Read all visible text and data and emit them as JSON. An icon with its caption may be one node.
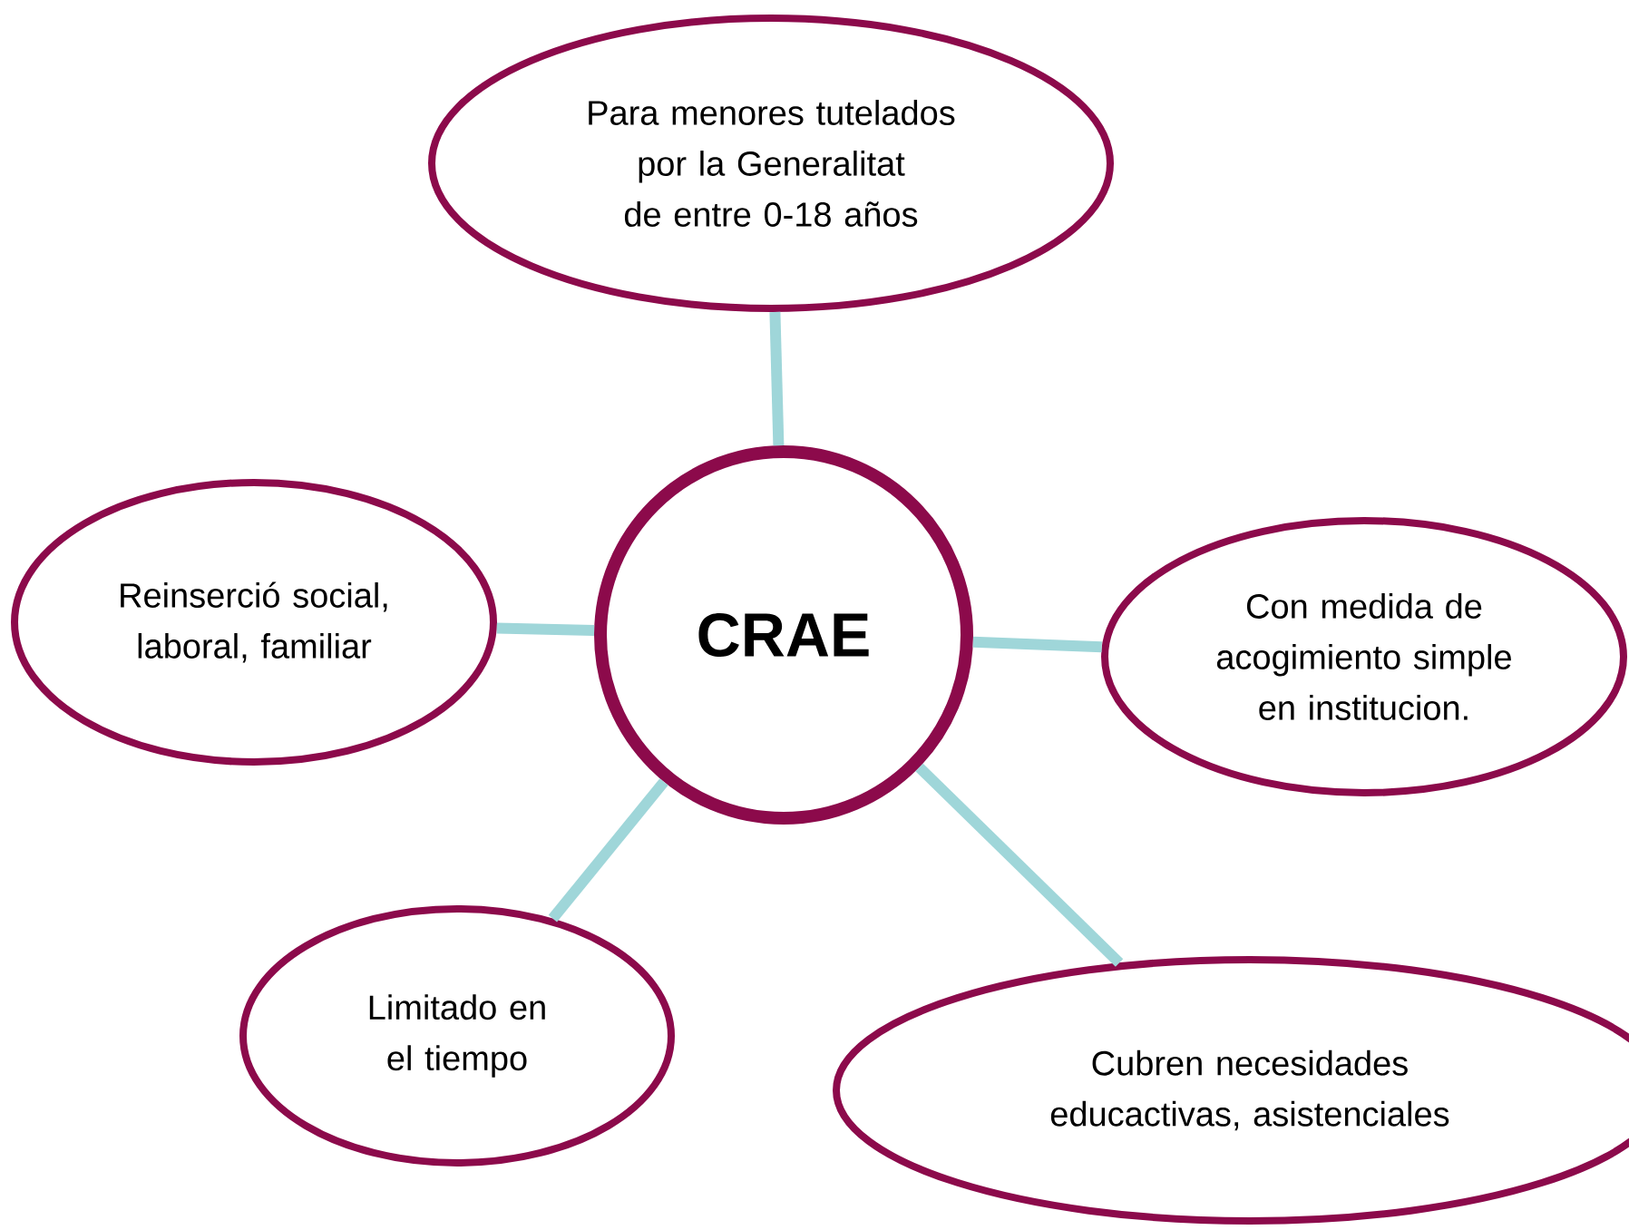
{
  "diagram": {
    "nodes": [
      {
        "text": [
          "Para menores tutelados por la Generalitat de entre 0-18 años"
        ]
      },
      {
        "text": [
          "Reinserció social, laboral, familiar"
        ]
      },
      {
        "text": [
          "CRAE"
        ]
      },
      {
        "text": [
          "Con medida de acogimiento simple en institucion."
        ]
      },
      {
        "text": [
          "Limitado en el tiempo"
        ]
      },
      {
        "text": [
          "Cubren necesidades educactivas, asistenciales"
        ]
      }
    ],
    "edges": [
      {
        "from": 2,
        "to": 0,
        "arrow": "none"
      },
      {
        "from": 2,
        "to": 1,
        "arrow": "none"
      },
      {
        "from": 2,
        "to": 3,
        "arrow": "none"
      },
      {
        "from": 2,
        "to": 4,
        "arrow": "none"
      },
      {
        "from": 2,
        "to": 5,
        "arrow": "none"
      }
    ]
  }
}
